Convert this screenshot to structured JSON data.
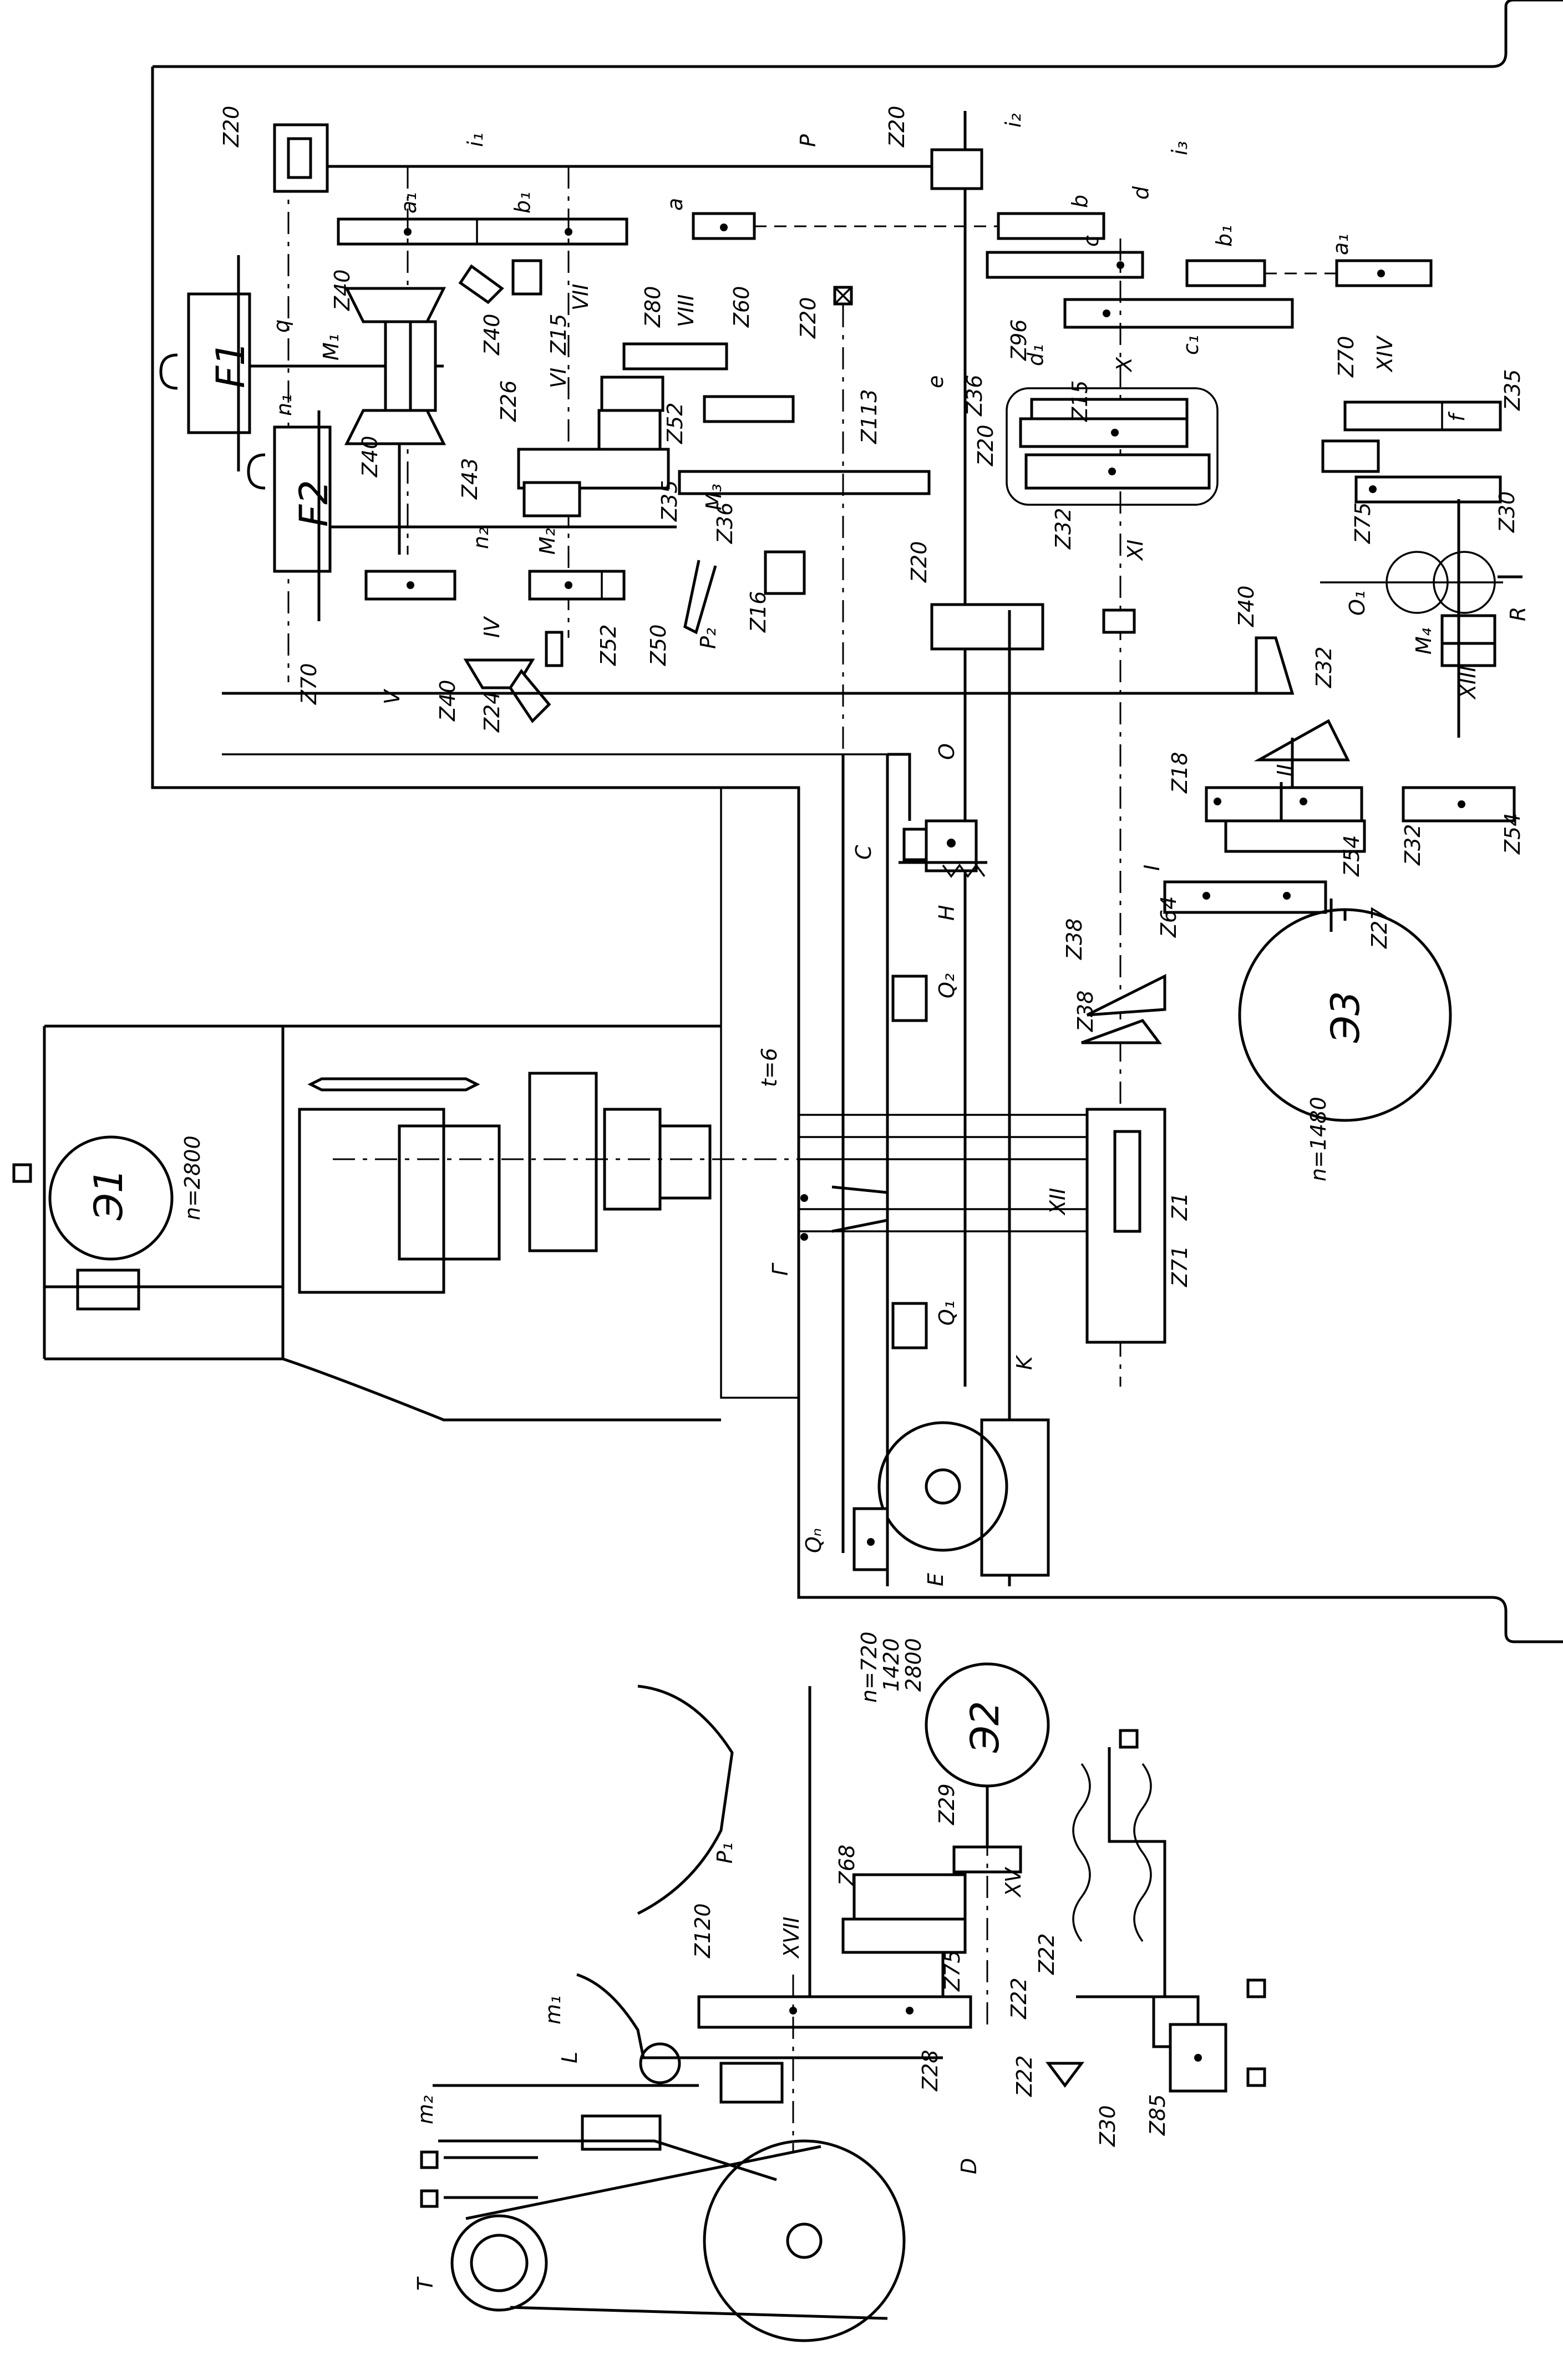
{
  "labels": {
    "z20_a": "Z20",
    "i1": "i₁",
    "a1": "a₁",
    "b1": "b₁",
    "P": "P",
    "z20_b": "Z20",
    "i2": "i₂",
    "a": "a",
    "b": "b",
    "c": "c",
    "d": "d",
    "i3": "i₃",
    "b_1": "b₁",
    "a_1": "a₁",
    "F1": "F1",
    "q": "q",
    "M1": "M₁",
    "n1": "n₁",
    "z40_a": "Z40",
    "z40_b": "Z40",
    "z15_a": "Z15",
    "VII": "VII",
    "VI": "VI",
    "z80": "Z80",
    "VIII": "VIII",
    "z60": "Z60",
    "z20_c": "Z20",
    "e": "e",
    "z36_a": "Z36",
    "z96": "Z96",
    "d1": "d₁",
    "X": "X",
    "c1": "c₁",
    "z70_a": "Z70",
    "XIV": "XIV",
    "f": "f",
    "z35_a": "Z35",
    "F2": "F2",
    "z40_c": "Z40",
    "z26": "Z26",
    "z52_a": "Z52",
    "z113": "Z113",
    "z20_d": "Z20",
    "z15_b": "Z15",
    "z32_a": "Z32",
    "z43": "Z43",
    "n2": "n₂",
    "M2": "M₂",
    "z35_b": "Z35",
    "M3": "M₃",
    "z36_b": "Z36",
    "XI": "XI",
    "z75_a": "Z75",
    "z30_a": "Z30",
    "z70_b": "Z70",
    "V": "V",
    "IV": "IV",
    "z52_b": "Z52",
    "z50": "Z50",
    "P2": "P₂",
    "z16": "Z16",
    "z20_e": "Z20",
    "O1": "O₁",
    "R": "R",
    "M4": "M₄",
    "XIII": "XIII",
    "z40_d": "Z40",
    "z24": "Z24",
    "z40_e": "Z40",
    "z32_b": "Z32",
    "II": "II",
    "z18": "Z18",
    "O": "O",
    "I": "I",
    "z54_a": "Z54",
    "z32_c": "Z32",
    "z54_b": "Z54",
    "C": "C",
    "H": "H",
    "z64": "Z64",
    "z27": "Z27",
    "E3": "Э3",
    "n1480": "n=1480",
    "Q2": "Q₂",
    "z38_a": "Z38",
    "z38_b": "Z38",
    "t6": "t=6",
    "E1": "Э1",
    "n2800_a": "n=2800",
    "XII": "XII",
    "z1": "Z1",
    "z71": "Z71",
    "G": "Г",
    "Q1": "Q₁",
    "K": "K",
    "Q": "Qₙ",
    "E": "E",
    "n720": "n=720",
    "n1420": "1420",
    "n2800_b": "2800",
    "E2": "Э2",
    "P1": "P₁",
    "z68": "Z68",
    "z29": "Z29",
    "XV": "XV",
    "z120": "Z120",
    "XVII": "XVII",
    "z75_b": "Z75",
    "z22_a": "Z22",
    "z22_b": "Z22",
    "m1": "m₁",
    "L": "L",
    "m2": "m₂",
    "z28": "Z28",
    "z22_c": "Z22",
    "z30_b": "Z30",
    "z85": "Z85",
    "D": "D",
    "T": "T"
  }
}
